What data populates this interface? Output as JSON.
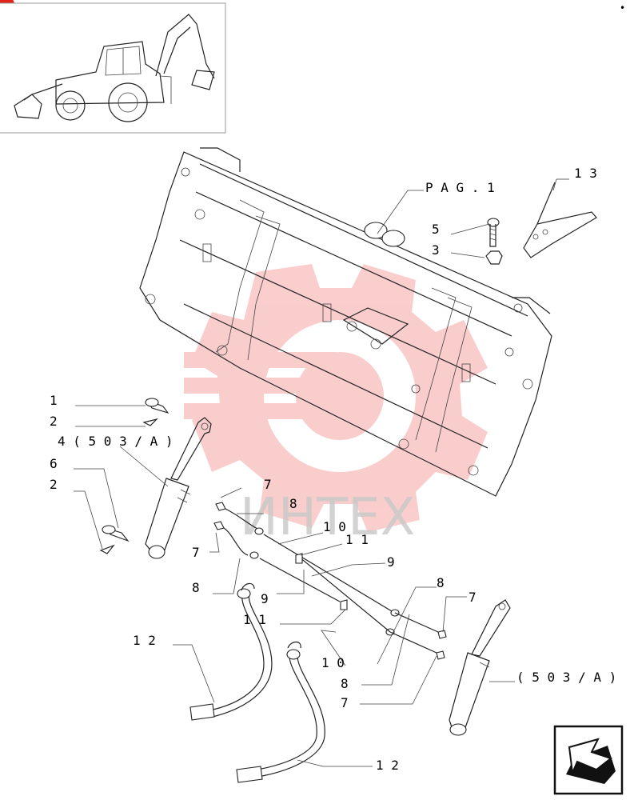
{
  "callouts": [
    {
      "id": "c13",
      "text": "1 3"
    },
    {
      "id": "cpag",
      "text": "P A G .  1"
    },
    {
      "id": "c5",
      "text": "5"
    },
    {
      "id": "c3",
      "text": "3"
    },
    {
      "id": "c1",
      "text": "1"
    },
    {
      "id": "c2a",
      "text": "2"
    },
    {
      "id": "c4",
      "text": "4 ( 5 0 3 / A )"
    },
    {
      "id": "c6",
      "text": "6"
    },
    {
      "id": "c2b",
      "text": "2"
    },
    {
      "id": "c7a",
      "text": "7"
    },
    {
      "id": "c8a",
      "text": "8"
    },
    {
      "id": "c10a",
      "text": "1 0"
    },
    {
      "id": "c11a",
      "text": "1 1"
    },
    {
      "id": "c7b",
      "text": "7"
    },
    {
      "id": "c9a",
      "text": "9"
    },
    {
      "id": "c8b",
      "text": "8"
    },
    {
      "id": "c9b",
      "text": "9"
    },
    {
      "id": "c11b",
      "text": "1 1"
    },
    {
      "id": "c8c",
      "text": "8"
    },
    {
      "id": "c7c",
      "text": "7"
    },
    {
      "id": "c12a",
      "text": "1 2"
    },
    {
      "id": "c10b",
      "text": "1 0"
    },
    {
      "id": "c8d",
      "text": "8"
    },
    {
      "id": "c7d",
      "text": "7"
    },
    {
      "id": "c503",
      "text": "( 5 0 3 / A )"
    },
    {
      "id": "c12b",
      "text": "1 2"
    }
  ],
  "watermark": "ИНТЕХ",
  "icons": {
    "thumbnail": "backhoe-loader-icon",
    "nav": "previous-page-arrow-icon"
  },
  "colors": {
    "watermark": "#f04e4e",
    "badge": "#e2231a",
    "line": "#222222"
  }
}
